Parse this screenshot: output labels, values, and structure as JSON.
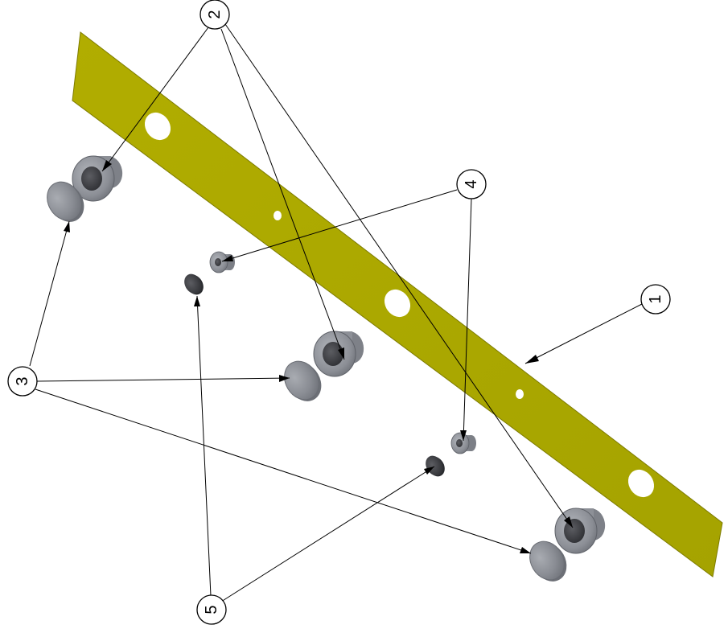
{
  "diagram": {
    "balloons": [
      {
        "id": "balloon-1",
        "label": "1"
      },
      {
        "id": "balloon-2",
        "label": "2"
      },
      {
        "id": "balloon-3",
        "label": "3"
      },
      {
        "id": "balloon-4",
        "label": "4"
      },
      {
        "id": "balloon-5",
        "label": "5"
      }
    ],
    "colors": {
      "plate": "#aaa800",
      "plate_edge": "#6f6d00",
      "part_gray": "#8c8f96",
      "part_dark": "#4a4b50",
      "line": "#000000"
    }
  }
}
